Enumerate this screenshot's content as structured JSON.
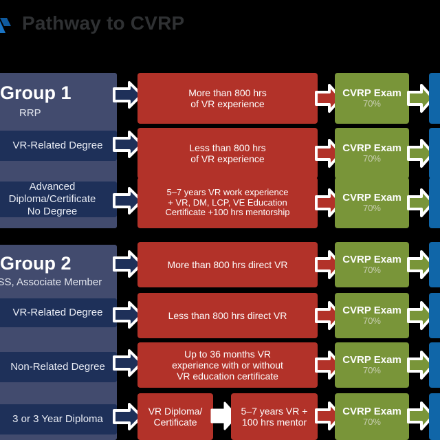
{
  "header": {
    "title": "Pathway to CVRP",
    "logo_icon": "brand-logo-icon"
  },
  "palette": {
    "background": "#000000",
    "panel_blue_gray": "#424b6e",
    "panel_navy": "#1e3059",
    "stage_red": "#b23229",
    "stage_green": "#799539",
    "stage_blue": "#1066a8",
    "title_gray": "#2f3133"
  },
  "groups": [
    {
      "title": "Group 1",
      "subtitle": "RRP",
      "qualifications": [
        "VR-Related Degree",
        "Advanced Diploma/Certificate\nNo Degree"
      ],
      "rows": [
        {
          "requirement": "More than 800 hrs\nof VR experience",
          "exam": "CVRP Exam",
          "exam_pct": "70%"
        },
        {
          "requirement": "Less than 800 hrs\nof VR experience",
          "exam": "CVRP Exam",
          "exam_pct": "70%"
        },
        {
          "requirement": "5–7 years VR work experience\n+ VR, DM, LCP, VE Education\nCertificate +100 hrs mentorship",
          "exam": "CVRP Exam",
          "exam_pct": "70%"
        }
      ]
    },
    {
      "title": "Group 2",
      "subtitle": "MSS, Associate Member",
      "qualifications": [
        "VR-Related Degree",
        "Non-Related Degree",
        "3 or 3 Year Diploma"
      ],
      "rows": [
        {
          "requirement": "More than 800 hrs direct VR",
          "exam": "CVRP Exam",
          "exam_pct": "70%"
        },
        {
          "requirement": "Less than 800 hrs direct VR",
          "exam": "CVRP Exam",
          "exam_pct": "70%"
        },
        {
          "requirement": "Up to 36 months VR\nexperience with or without\nVR education certificate",
          "exam": "CVRP Exam",
          "exam_pct": "70%"
        },
        {
          "requirement": "VR Diploma/\nCertificate",
          "requirement_2": "5–7 years VR +\n100 hrs mentor",
          "exam": "CVRP Exam",
          "exam_pct": "70%"
        }
      ]
    }
  ]
}
